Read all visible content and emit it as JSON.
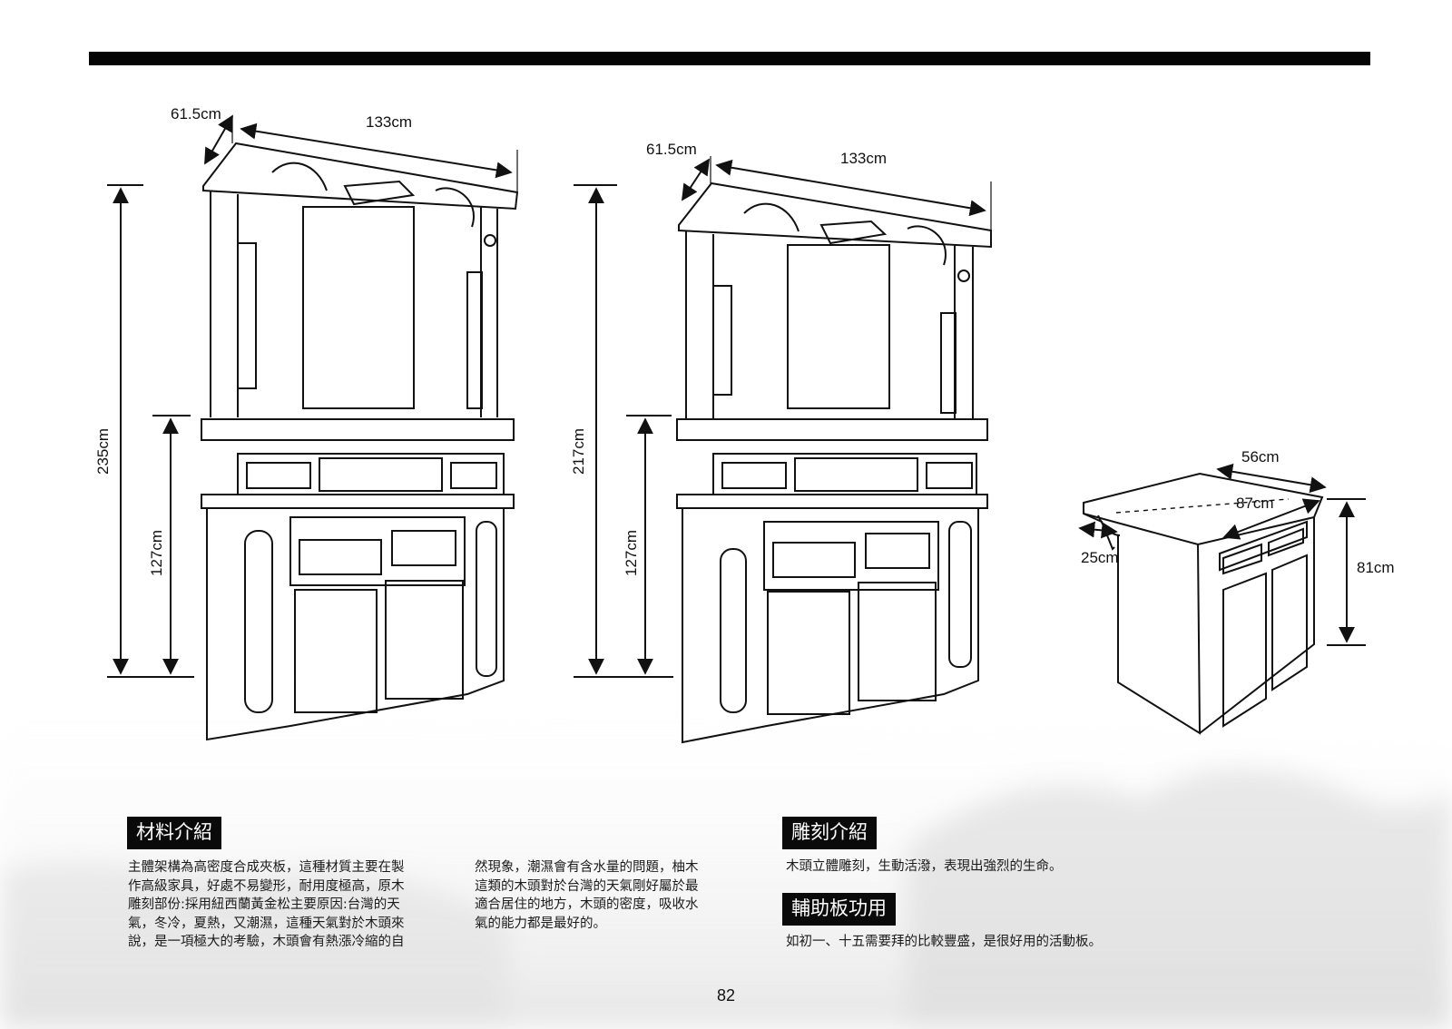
{
  "dimensions": {
    "cabinet_large": {
      "depth": "61.5cm",
      "width": "133cm",
      "height_total": "235cm",
      "height_base": "127cm"
    },
    "cabinet_medium": {
      "depth": "61.5cm",
      "width": "133cm",
      "height_total": "217cm",
      "height_base": "127cm"
    },
    "side_table": {
      "depth": "56cm",
      "width": "87cm",
      "extension": "25cm",
      "height": "81cm"
    }
  },
  "sections": {
    "materials": {
      "heading": "材料介紹",
      "lines_col1": [
        "主體架構為高密度合成夾板，這種材質主要在製",
        "作高級家具，好處不易變形，耐用度極高，原木",
        "雕刻部份:採用紐西蘭黃金松主要原因:台灣的天",
        "氣，冬冷，夏熱，又潮濕，這種天氣對於木頭來",
        "說，是一項極大的考驗，木頭會有熱漲冷縮的自"
      ],
      "lines_col2": [
        "然現象，潮濕會有含水量的問題，柚木",
        "這類的木頭對於台灣的天氣剛好屬於最",
        "適合居住的地方，木頭的密度，吸收水",
        "氣的能力都是最好的。"
      ]
    },
    "carving": {
      "heading": "雕刻介紹",
      "text": "木頭立體雕刻，生動活潑，表現出強烈的生命。"
    },
    "auxiliary_board": {
      "heading": "輔助板功用",
      "text": "如初一、十五需要拜的比較豐盛，是很好用的活動板。"
    }
  },
  "page_number": "82"
}
